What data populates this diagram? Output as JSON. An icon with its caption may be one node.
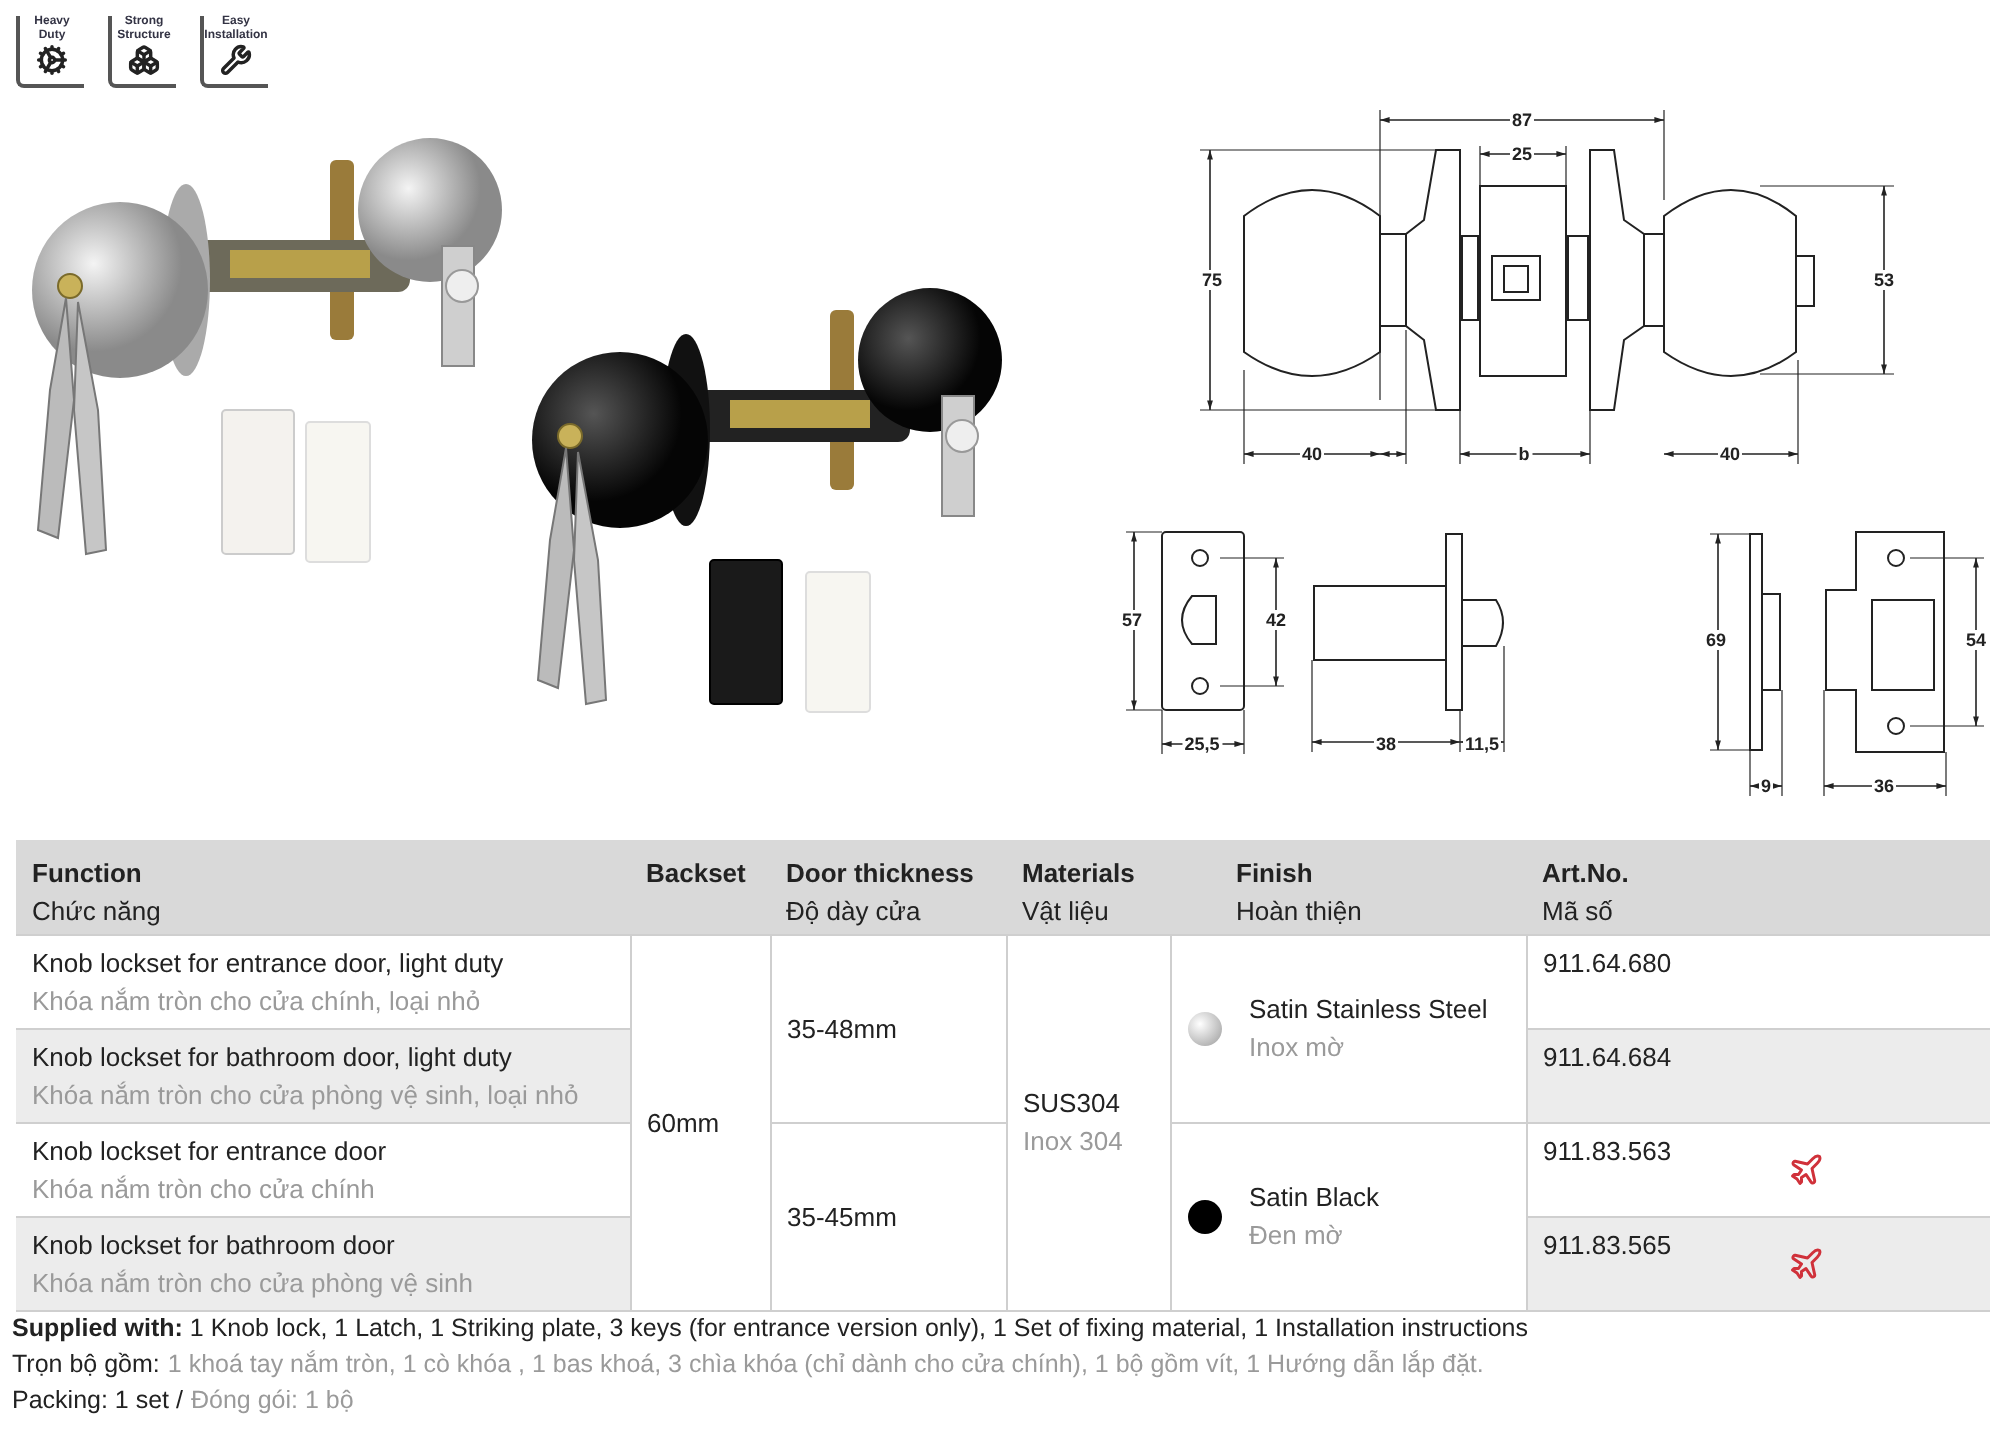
{
  "diagram": {
    "labels": [
      "Heavy Duty",
      "Strong Structure",
      "Easy Installation",
      "87",
      "25",
      "75",
      "53",
      "40",
      "b",
      "40",
      "57",
      "42",
      "69",
      "54",
      "25,5",
      "38",
      "11,5",
      "9",
      "36",
      "Function",
      "Chức năng",
      "Backset",
      "Door thickness",
      "Độ dày cửa",
      "Materials",
      "Vật liệu",
      "Finish",
      "Hoàn thiện",
      "Art.No.",
      "Mã số",
      "Knob lockset for entrance door, light duty",
      "Khóa nắm tròn cho cửa chính, loại nhỏ",
      "60mm",
      "35-48mm",
      "SUS304",
      "Inox 304",
      "Satin Stainless Steel",
      "Inox mờ",
      "911.64.680",
      "Knob lockset for bathroom door, light duty",
      "Khóa nắm tròn cho cửa phòng vệ sinh, loại nhỏ",
      "911.64.684",
      "Knob lockset for entrance door",
      "Khóa nắm tròn cho cửa chính",
      "35-45mm",
      "Satin Black",
      "Đen mờ",
      "911.83.563",
      "Knob lockset for bathroom door",
      "Khóa nắm tròn cho cửa phòng vệ sinh",
      "911.83.565",
      "**Supplied with:** 1 Knob lock, 1 Latch, 1 Striking plate, 3 keys (for entrance version only), 1 Set of fixing material, 1 Installation instructions",
      "Trọn bộ gồm:",
      "1 khoá tay nắm tròn, 1 cò khóa , 1 bas khoá, 3 chìa khóa (chỉ dành cho cửa chính), 1 bộ gồm vít, 1 Hướng dẫn lắp đặt.",
      "Packing: 1 set /",
      "Đóng gói: 1 bộ"
    ]
  }
}
